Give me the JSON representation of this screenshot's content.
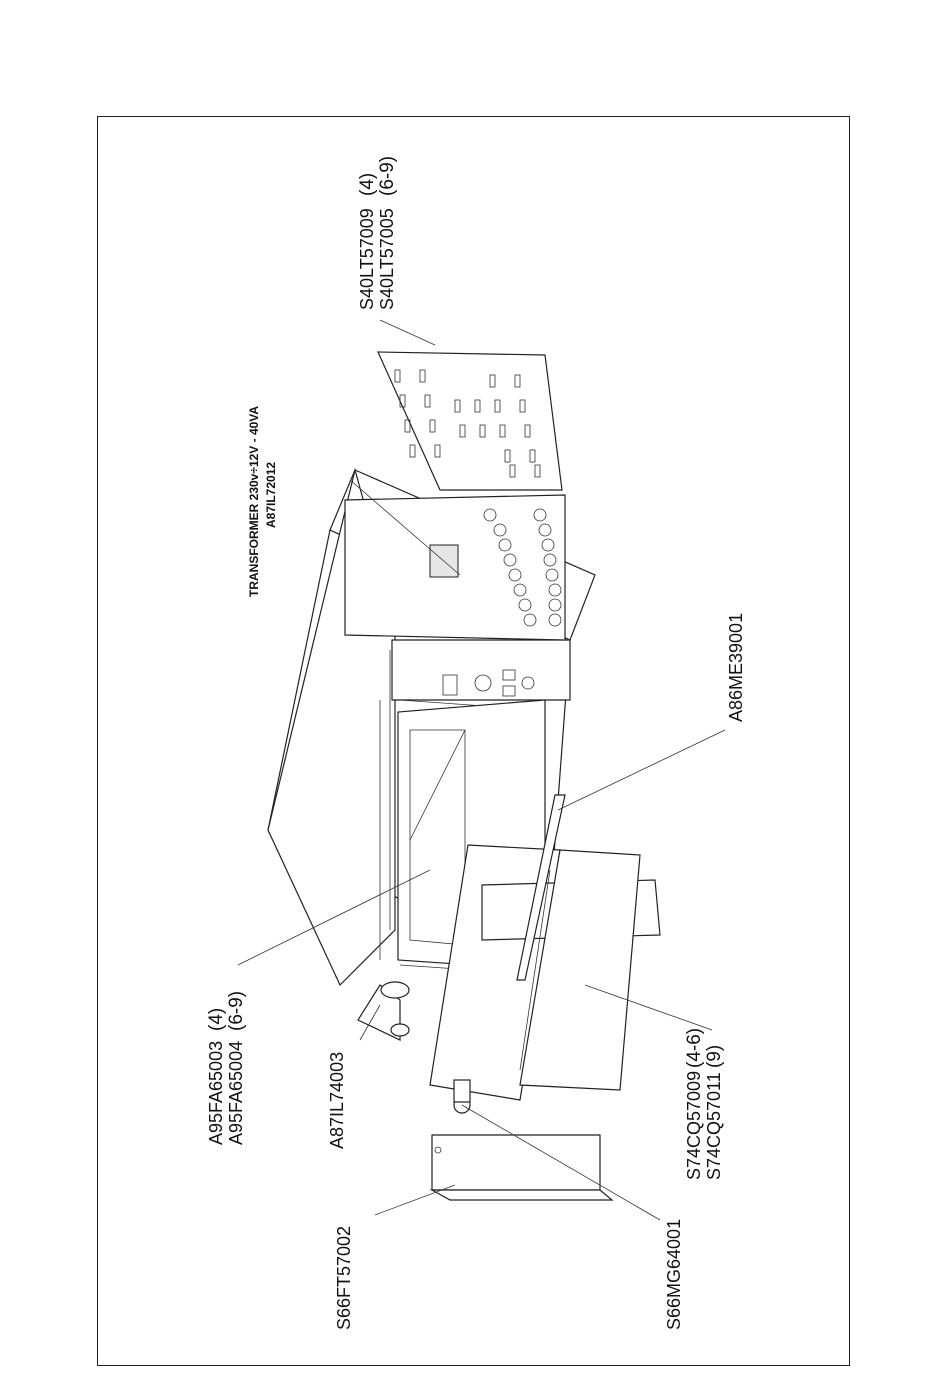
{
  "labels": {
    "s40lt57009": "S40LT57009",
    "s40lt57009_qty": "(4)",
    "s40lt57005": "S40LT57005",
    "s40lt57005_qty": "(6-9)",
    "transformer_title": "TRANSFORMER 230v÷12V - 40VA",
    "transformer_code": "A87IL72012",
    "a86me39001": "A86ME39001",
    "a95fa65003": "A95FA65003",
    "a95fa65003_qty": "(4)",
    "a95fa65004": "A95FA65004",
    "a95fa65004_qty": "(6-9)",
    "a87il74003": "A87IL74003",
    "s74cq57009": "S74CQ57009",
    "s74cq57009_qty": "(4-6)",
    "s74cq57011": "S74CQ57011",
    "s74cq57011_qty": "(9)",
    "s66ft57002": "S66FT57002",
    "s66mg64001": "S66MG64001"
  }
}
